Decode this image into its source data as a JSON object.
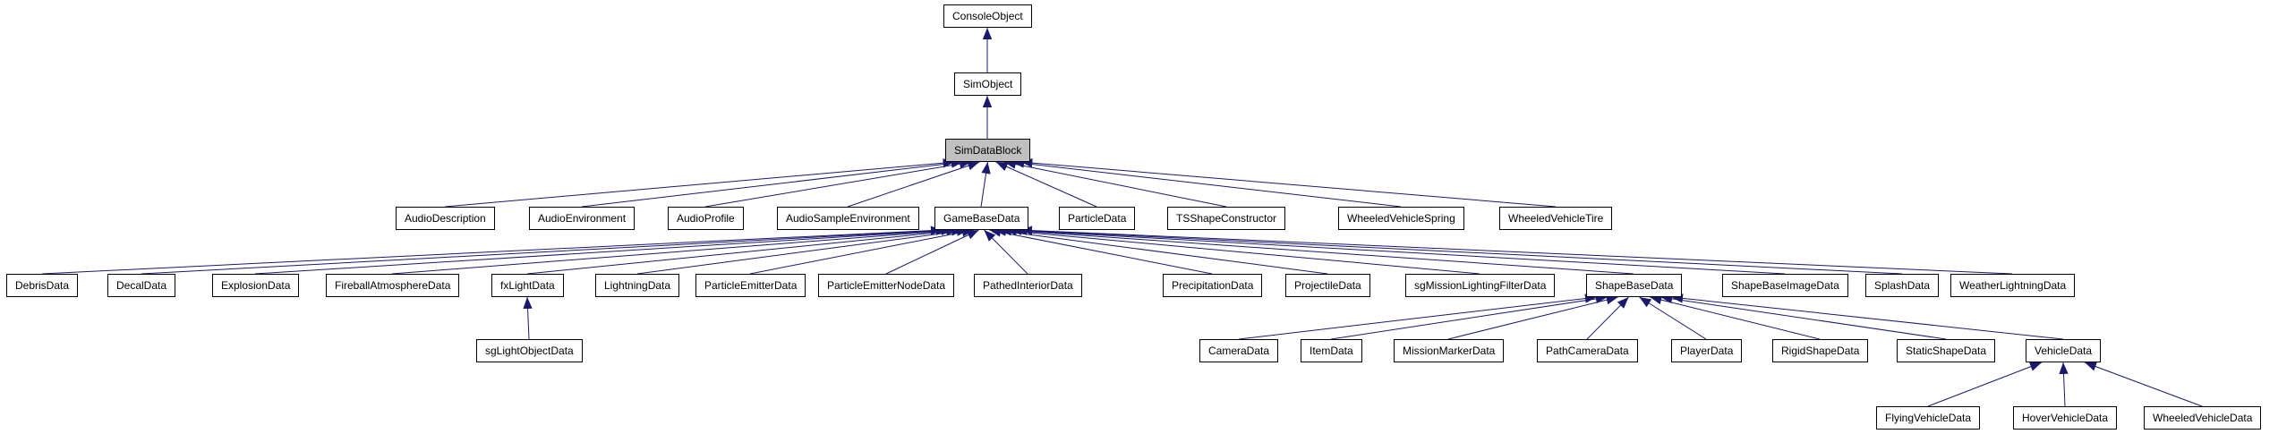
{
  "diagram": {
    "kind": "class-inheritance-graph",
    "highlighted_node": "SimDataBlock",
    "nodes": [
      {
        "id": "ConsoleObject",
        "label": "ConsoleObject"
      },
      {
        "id": "SimObject",
        "label": "SimObject"
      },
      {
        "id": "SimDataBlock",
        "label": "SimDataBlock"
      },
      {
        "id": "AudioDescription",
        "label": "AudioDescription"
      },
      {
        "id": "AudioEnvironment",
        "label": "AudioEnvironment"
      },
      {
        "id": "AudioProfile",
        "label": "AudioProfile"
      },
      {
        "id": "AudioSampleEnvironment",
        "label": "AudioSampleEnvironment"
      },
      {
        "id": "GameBaseData",
        "label": "GameBaseData"
      },
      {
        "id": "ParticleData",
        "label": "ParticleData"
      },
      {
        "id": "TSShapeConstructor",
        "label": "TSShapeConstructor"
      },
      {
        "id": "WheeledVehicleSpring",
        "label": "WheeledVehicleSpring"
      },
      {
        "id": "WheeledVehicleTire",
        "label": "WheeledVehicleTire"
      },
      {
        "id": "DebrisData",
        "label": "DebrisData"
      },
      {
        "id": "DecalData",
        "label": "DecalData"
      },
      {
        "id": "ExplosionData",
        "label": "ExplosionData"
      },
      {
        "id": "FireballAtmosphereData",
        "label": "FireballAtmosphereData"
      },
      {
        "id": "fxLightData",
        "label": "fxLightData"
      },
      {
        "id": "LightningData",
        "label": "LightningData"
      },
      {
        "id": "ParticleEmitterData",
        "label": "ParticleEmitterData"
      },
      {
        "id": "ParticleEmitterNodeData",
        "label": "ParticleEmitterNodeData"
      },
      {
        "id": "PathedInteriorData",
        "label": "PathedInteriorData"
      },
      {
        "id": "PrecipitationData",
        "label": "PrecipitationData"
      },
      {
        "id": "ProjectileData",
        "label": "ProjectileData"
      },
      {
        "id": "sgMissionLightingFilterData",
        "label": "sgMissionLightingFilterData"
      },
      {
        "id": "ShapeBaseData",
        "label": "ShapeBaseData"
      },
      {
        "id": "ShapeBaseImageData",
        "label": "ShapeBaseImageData"
      },
      {
        "id": "SplashData",
        "label": "SplashData"
      },
      {
        "id": "WeatherLightningData",
        "label": "WeatherLightningData"
      },
      {
        "id": "sgLightObjectData",
        "label": "sgLightObjectData"
      },
      {
        "id": "CameraData",
        "label": "CameraData"
      },
      {
        "id": "ItemData",
        "label": "ItemData"
      },
      {
        "id": "MissionMarkerData",
        "label": "MissionMarkerData"
      },
      {
        "id": "PathCameraData",
        "label": "PathCameraData"
      },
      {
        "id": "PlayerData",
        "label": "PlayerData"
      },
      {
        "id": "RigidShapeData",
        "label": "RigidShapeData"
      },
      {
        "id": "StaticShapeData",
        "label": "StaticShapeData"
      },
      {
        "id": "VehicleData",
        "label": "VehicleData"
      },
      {
        "id": "FlyingVehicleData",
        "label": "FlyingVehicleData"
      },
      {
        "id": "HoverVehicleData",
        "label": "HoverVehicleData"
      },
      {
        "id": "WheeledVehicleData",
        "label": "WheeledVehicleData"
      }
    ],
    "edges": [
      {
        "from": "SimObject",
        "to": "ConsoleObject"
      },
      {
        "from": "SimDataBlock",
        "to": "SimObject"
      },
      {
        "from": "AudioDescription",
        "to": "SimDataBlock"
      },
      {
        "from": "AudioEnvironment",
        "to": "SimDataBlock"
      },
      {
        "from": "AudioProfile",
        "to": "SimDataBlock"
      },
      {
        "from": "AudioSampleEnvironment",
        "to": "SimDataBlock"
      },
      {
        "from": "GameBaseData",
        "to": "SimDataBlock"
      },
      {
        "from": "ParticleData",
        "to": "SimDataBlock"
      },
      {
        "from": "TSShapeConstructor",
        "to": "SimDataBlock"
      },
      {
        "from": "WheeledVehicleSpring",
        "to": "SimDataBlock"
      },
      {
        "from": "WheeledVehicleTire",
        "to": "SimDataBlock"
      },
      {
        "from": "DebrisData",
        "to": "GameBaseData"
      },
      {
        "from": "DecalData",
        "to": "GameBaseData"
      },
      {
        "from": "ExplosionData",
        "to": "GameBaseData"
      },
      {
        "from": "FireballAtmosphereData",
        "to": "GameBaseData"
      },
      {
        "from": "fxLightData",
        "to": "GameBaseData"
      },
      {
        "from": "LightningData",
        "to": "GameBaseData"
      },
      {
        "from": "ParticleEmitterData",
        "to": "GameBaseData"
      },
      {
        "from": "ParticleEmitterNodeData",
        "to": "GameBaseData"
      },
      {
        "from": "PathedInteriorData",
        "to": "GameBaseData"
      },
      {
        "from": "PrecipitationData",
        "to": "GameBaseData"
      },
      {
        "from": "ProjectileData",
        "to": "GameBaseData"
      },
      {
        "from": "sgMissionLightingFilterData",
        "to": "GameBaseData"
      },
      {
        "from": "ShapeBaseData",
        "to": "GameBaseData"
      },
      {
        "from": "ShapeBaseImageData",
        "to": "GameBaseData"
      },
      {
        "from": "SplashData",
        "to": "GameBaseData"
      },
      {
        "from": "WeatherLightningData",
        "to": "GameBaseData"
      },
      {
        "from": "sgLightObjectData",
        "to": "fxLightData"
      },
      {
        "from": "CameraData",
        "to": "ShapeBaseData"
      },
      {
        "from": "ItemData",
        "to": "ShapeBaseData"
      },
      {
        "from": "MissionMarkerData",
        "to": "ShapeBaseData"
      },
      {
        "from": "PathCameraData",
        "to": "ShapeBaseData"
      },
      {
        "from": "PlayerData",
        "to": "ShapeBaseData"
      },
      {
        "from": "RigidShapeData",
        "to": "ShapeBaseData"
      },
      {
        "from": "StaticShapeData",
        "to": "ShapeBaseData"
      },
      {
        "from": "VehicleData",
        "to": "ShapeBaseData"
      },
      {
        "from": "FlyingVehicleData",
        "to": "VehicleData"
      },
      {
        "from": "HoverVehicleData",
        "to": "VehicleData"
      },
      {
        "from": "WheeledVehicleData",
        "to": "VehicleData"
      }
    ],
    "colors": {
      "edge": "#191970",
      "node_border": "#000000",
      "node_background": "#ffffff",
      "highlight_background": "#c0c0c0",
      "page_background": "#ffffff"
    }
  }
}
